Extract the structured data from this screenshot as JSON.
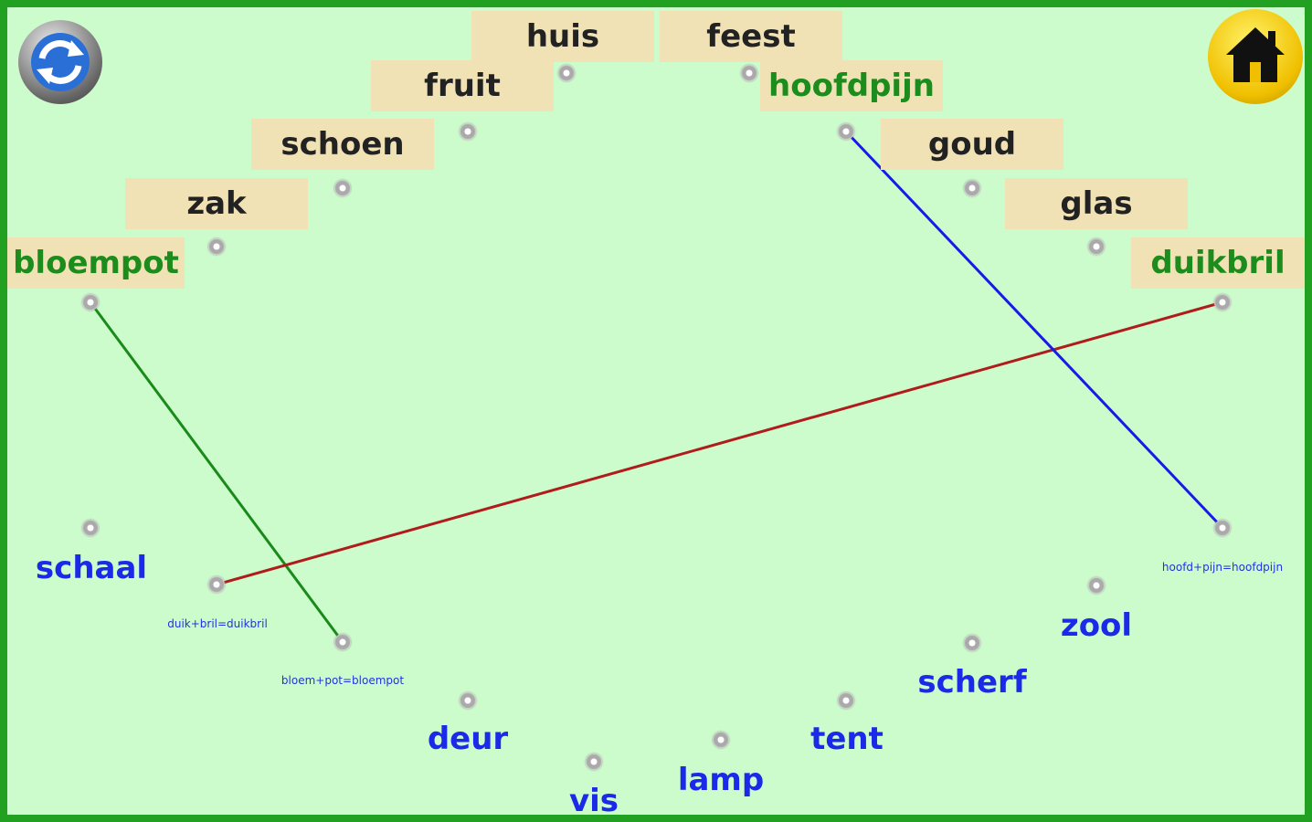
{
  "top_words": [
    "huis",
    "feest",
    "fruit",
    "hoofdpijn",
    "schoen",
    "goud",
    "zak",
    "glas",
    "bloempot",
    "duikbril"
  ],
  "top_done": [
    "hoofdpijn",
    "bloempot",
    "duikbril"
  ],
  "bottom_words": [
    "schaal",
    "deur",
    "vis",
    "lamp",
    "tent",
    "scherf",
    "zool"
  ],
  "solutions": [
    "duik+bril=duikbril",
    "bloem+pot=bloempot",
    "hoofd+pijn=hoofdpijn"
  ],
  "colors": {
    "green_line": "#1a8a1a",
    "red_line": "#b01c1c",
    "blue_line": "#1a1ae8"
  },
  "icons": {
    "refresh": "refresh-icon",
    "home": "home-icon"
  }
}
